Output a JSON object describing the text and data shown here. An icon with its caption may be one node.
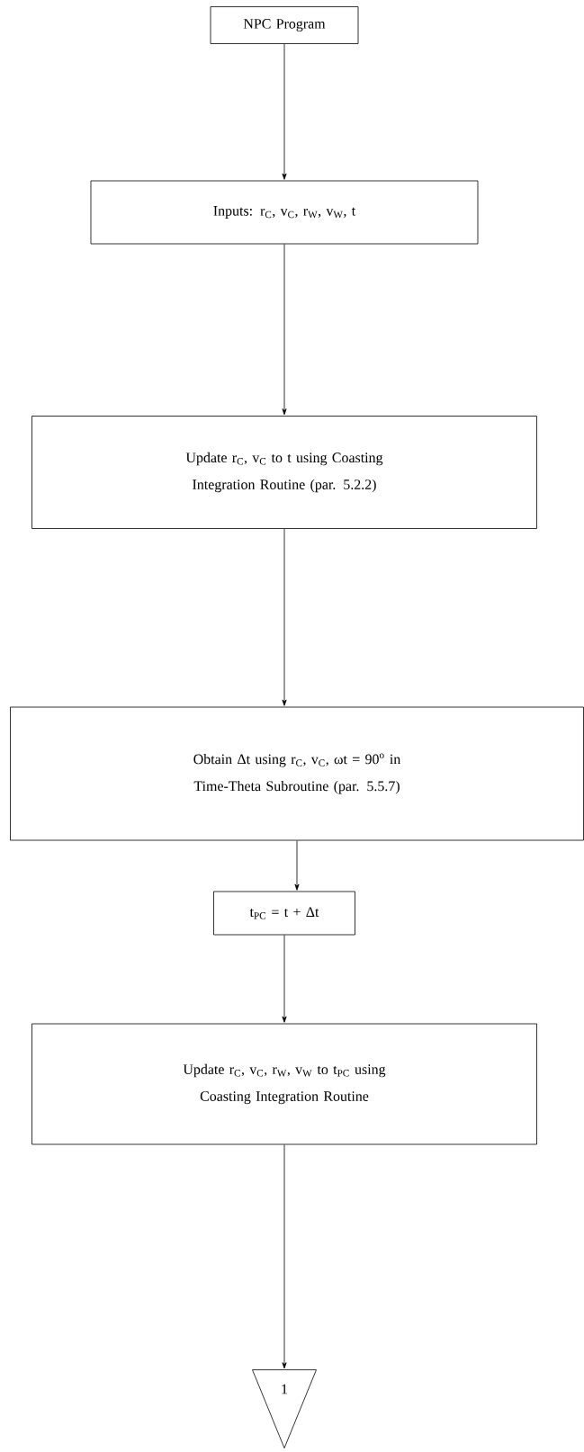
{
  "diagram": {
    "nodes": [
      {
        "text": [
          "NPC Program"
        ]
      },
      {
        "text": [
          "Inputs: r$_{C}$, v$_{C}$, r$_{W}$, v$_{W}$, t"
        ]
      },
      {
        "text": [
          "Update r$_{C}$, v$_{C}$ to t using Coasting Integration Routine (par. 5.2.2)"
        ]
      },
      {
        "text": [
          "Obtain Δt using r$_{C}$, v$_{C}$, ωt = 90$^{o}$ in Time-Theta Subroutine (par. 5.5.7)"
        ]
      },
      {
        "text": [
          "t$_{PC}$ = t + Δt"
        ]
      },
      {
        "text": [
          "Update r$_{C}$, v$_{C}$, r$_{W}$, v$_{W}$ to t$_{PC}$ using Coasting Integration Routine"
        ]
      },
      {
        "text": [
          "1"
        ]
      }
    ],
    "edges": [
      {
        "from": 0,
        "to": 1,
        "arrow": "to"
      },
      {
        "from": 1,
        "to": 2,
        "arrow": "to"
      },
      {
        "from": 2,
        "to": 3,
        "arrow": "to"
      },
      {
        "from": 3,
        "to": 4,
        "arrow": "to"
      },
      {
        "from": 4,
        "to": 5,
        "arrow": "to"
      },
      {
        "from": 5,
        "to": 6,
        "arrow": "to"
      }
    ]
  }
}
